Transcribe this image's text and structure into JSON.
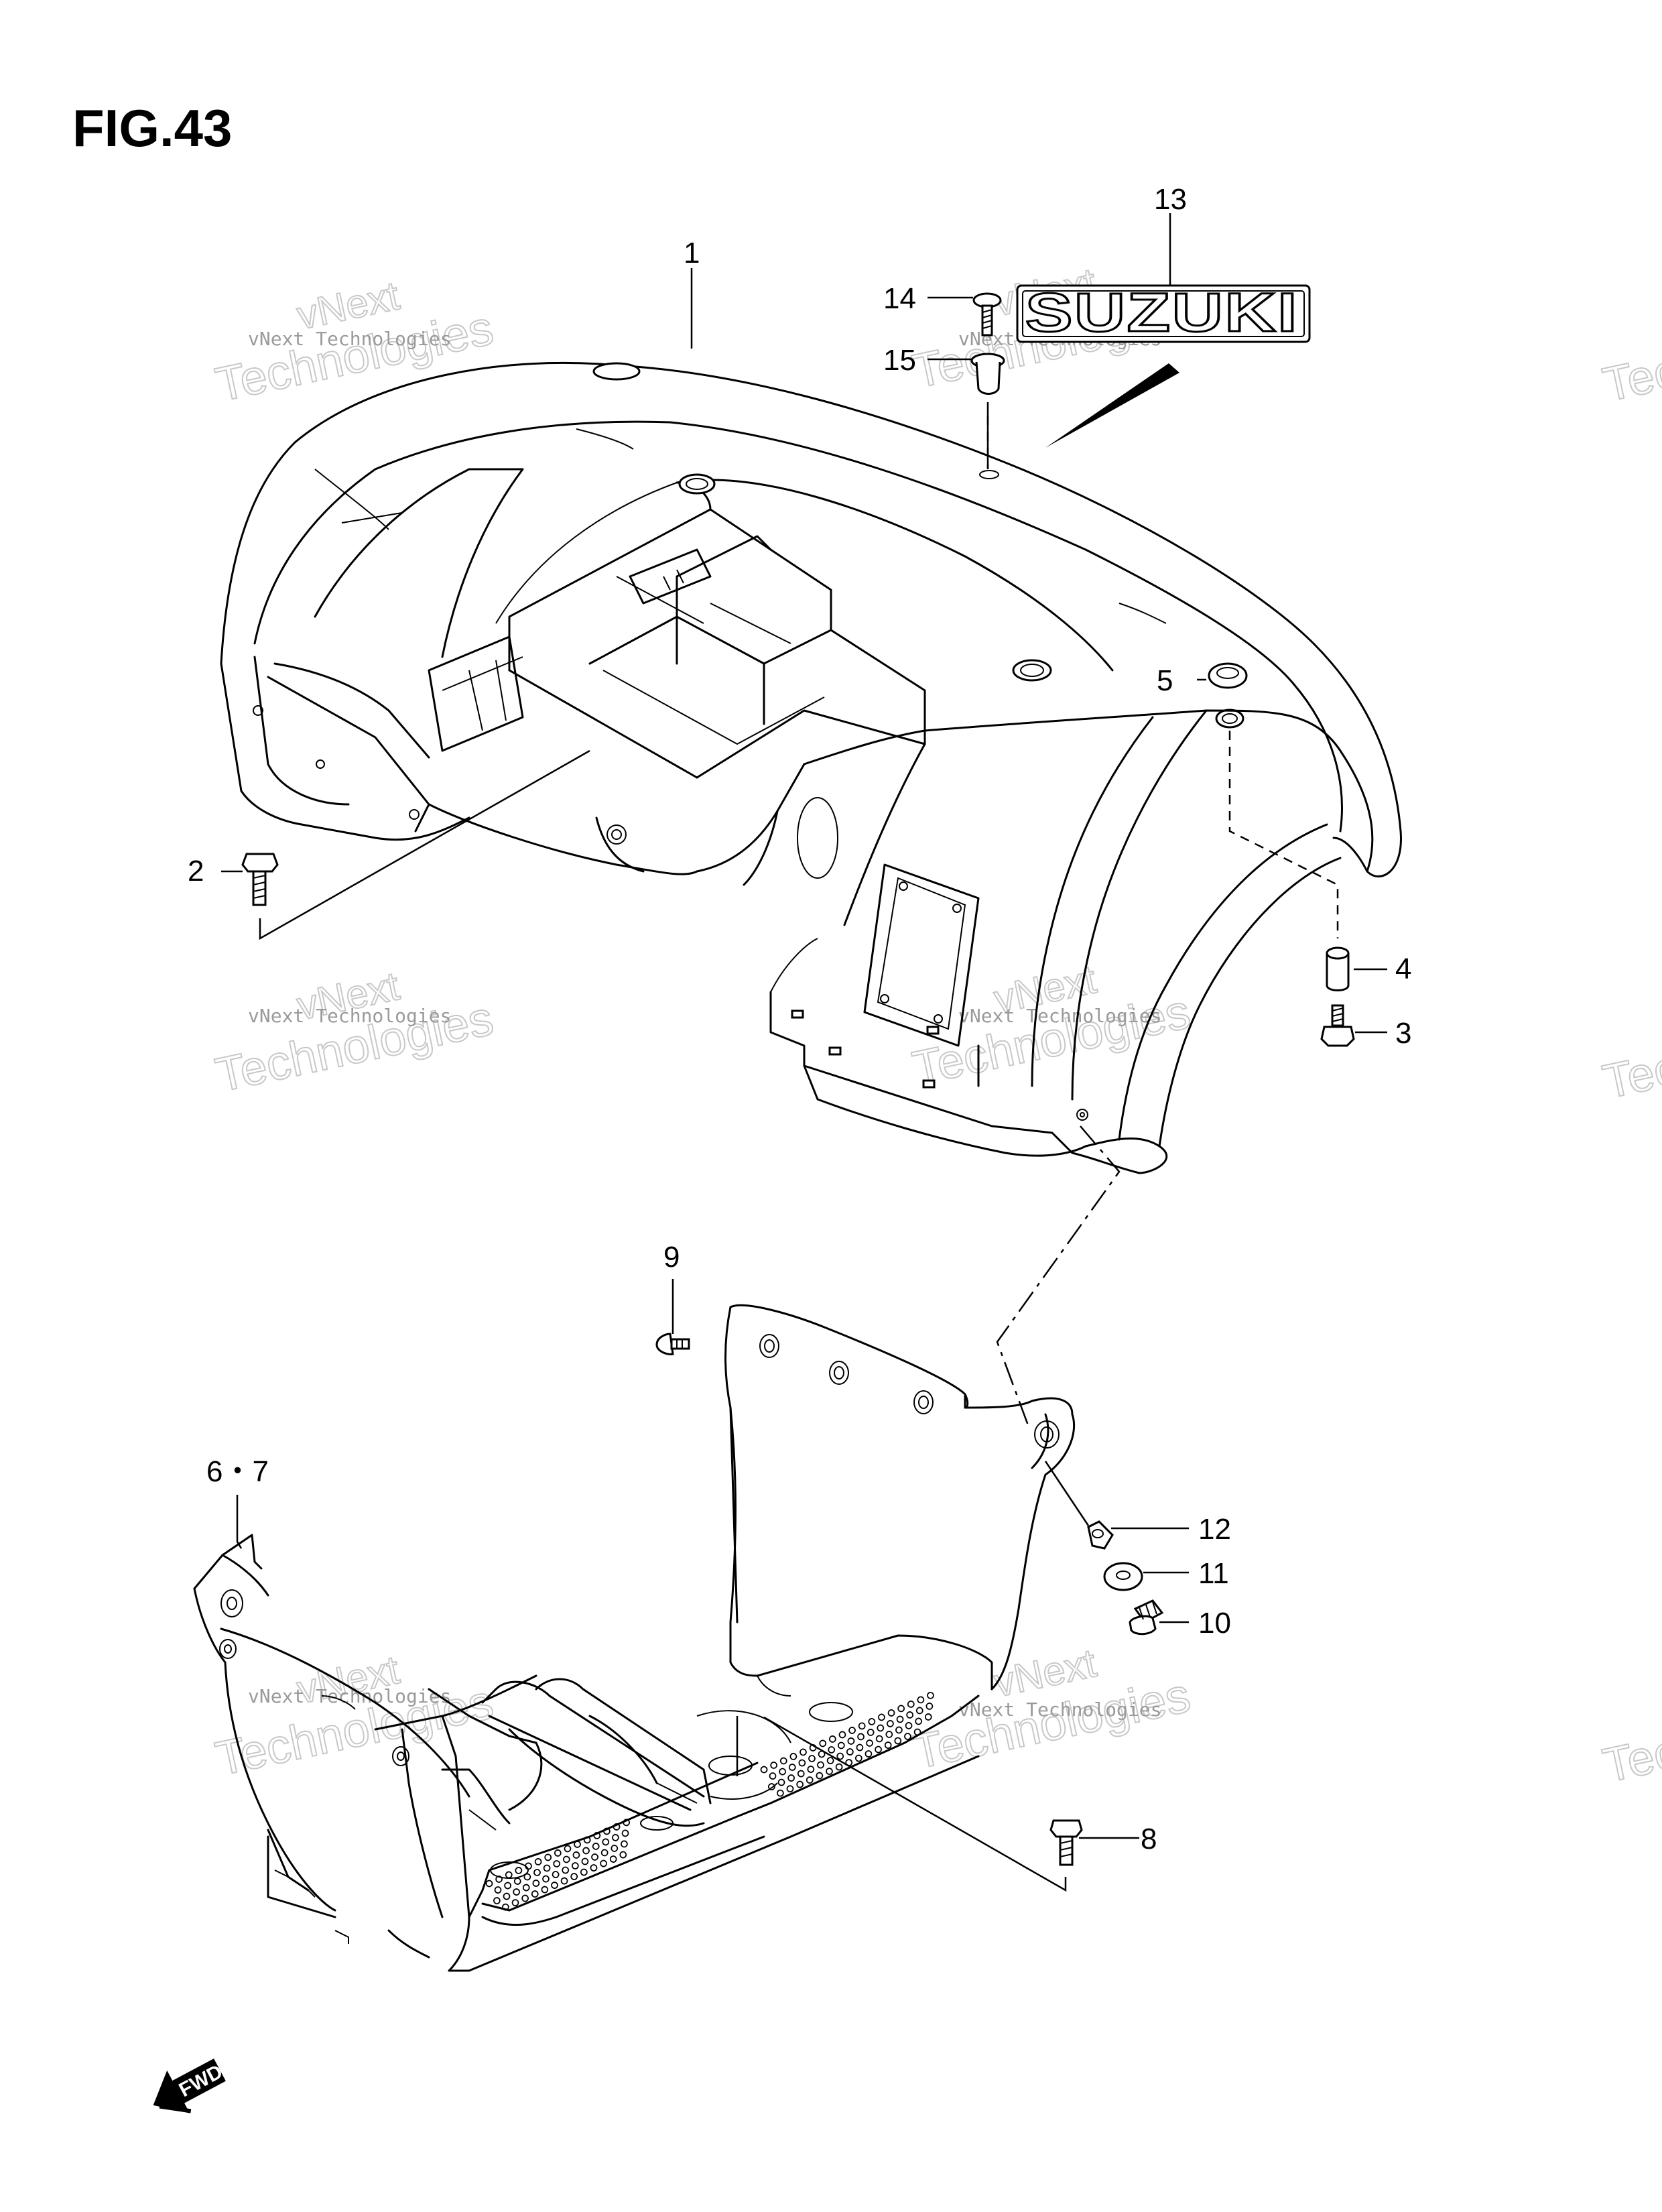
{
  "figure": {
    "title": "FIG.43"
  },
  "logo": {
    "text": "SUZUKI"
  },
  "direction_marker": {
    "text": "FWD"
  },
  "watermark": {
    "line1": "vNext",
    "line2": "Technologies",
    "small": "vNext Technologies"
  },
  "callouts": [
    {
      "id": "c1",
      "label": "1"
    },
    {
      "id": "c2",
      "label": "2"
    },
    {
      "id": "c3",
      "label": "3"
    },
    {
      "id": "c4",
      "label": "4"
    },
    {
      "id": "c5",
      "label": "5"
    },
    {
      "id": "c67",
      "label": "6・7"
    },
    {
      "id": "c8",
      "label": "8"
    },
    {
      "id": "c9",
      "label": "9"
    },
    {
      "id": "c10",
      "label": "10"
    },
    {
      "id": "c11",
      "label": "11"
    },
    {
      "id": "c12",
      "label": "12"
    },
    {
      "id": "c13",
      "label": "13"
    },
    {
      "id": "c14",
      "label": "14"
    },
    {
      "id": "c15",
      "label": "15"
    }
  ]
}
